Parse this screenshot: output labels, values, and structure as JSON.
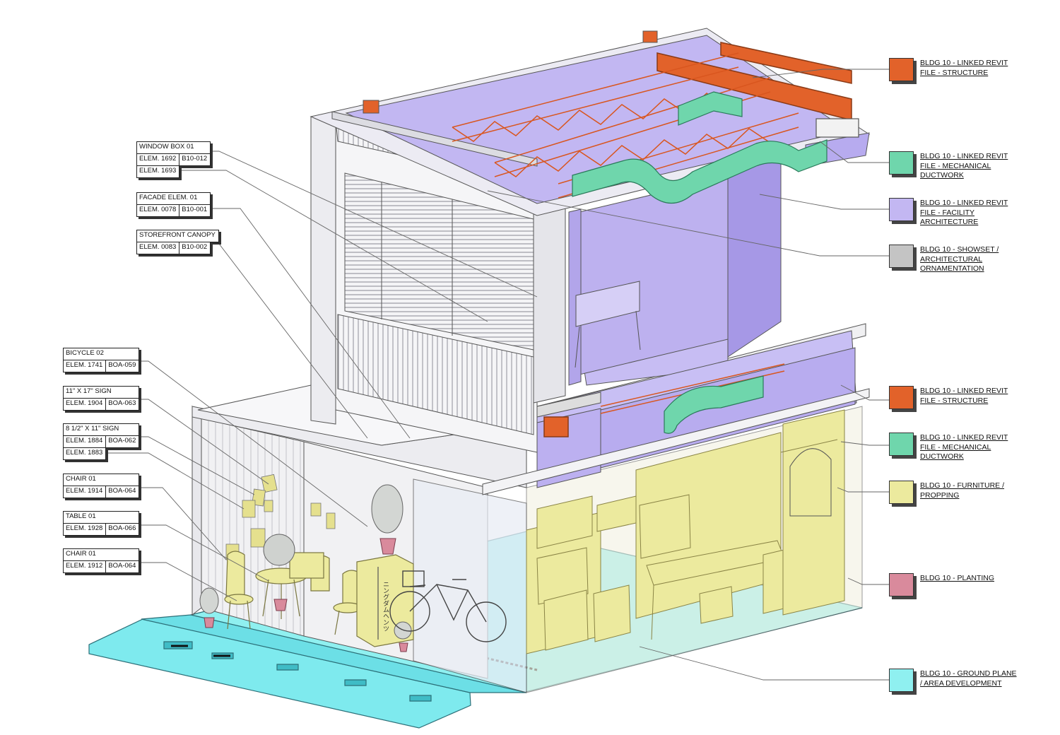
{
  "tags": [
    {
      "id": "window-box",
      "name": "WINDOW BOX 01",
      "rows": [
        [
          "ELEM. 1692",
          "B10-012"
        ],
        [
          "ELEM. 1693"
        ]
      ]
    },
    {
      "id": "facade",
      "name": "FACADE ELEM. 01",
      "rows": [
        [
          "ELEM. 0078",
          "B10-001"
        ]
      ]
    },
    {
      "id": "canopy",
      "name": "STOREFRONT CANOPY",
      "rows": [
        [
          "ELEM. 0083",
          "B10-002"
        ]
      ]
    },
    {
      "id": "bicycle",
      "name": "BICYCLE 02",
      "rows": [
        [
          "ELEM. 1741",
          "BOA-059"
        ]
      ]
    },
    {
      "id": "sign-11x17",
      "name": "11\" X 17\" SIGN",
      "rows": [
        [
          "ELEM. 1904",
          "BOA-063"
        ]
      ]
    },
    {
      "id": "sign-8x11",
      "name": "8 1/2\" X 11\" SIGN",
      "rows": [
        [
          "ELEM. 1884",
          "BOA-062"
        ],
        [
          "ELEM. 1883"
        ]
      ]
    },
    {
      "id": "chair-1914",
      "name": "CHAIR 01",
      "rows": [
        [
          "ELEM. 1914",
          "BOA-064"
        ]
      ]
    },
    {
      "id": "table",
      "name": "TABLE 01",
      "rows": [
        [
          "ELEM. 1928",
          "BOA-066"
        ]
      ]
    },
    {
      "id": "chair-1912",
      "name": "CHAIR 01",
      "rows": [
        [
          "ELEM. 1912",
          "BOA-064"
        ]
      ]
    }
  ],
  "legend": [
    {
      "id": "structure-upper",
      "label": "BLDG 10 - LINKED REVIT\nFILE - STRUCTURE",
      "color": "#e2622a"
    },
    {
      "id": "ductwork-upper",
      "label": "BLDG 10 - LINKED REVIT\nFILE - MECHANICAL\nDUCTWORK",
      "color": "#6fd6ac"
    },
    {
      "id": "architecture",
      "label": "BLDG 10 - LINKED REVIT\nFILE - FACILITY\nARCHITECTURE",
      "color": "#c3b7f2"
    },
    {
      "id": "showset",
      "label": "BLDG 10 - SHOWSET /\nARCHITECTURAL\nORNAMENTATION",
      "color": "#c4c4c4"
    },
    {
      "id": "structure-lower",
      "label": "BLDG 10 - LINKED REVIT\nFILE - STRUCTURE",
      "color": "#e2622a"
    },
    {
      "id": "ductwork-lower",
      "label": "BLDG 10 - LINKED REVIT\nFILE - MECHANICAL\nDUCTWORK",
      "color": "#6fd6ac"
    },
    {
      "id": "furniture",
      "label": "BLDG 10 - FURNITURE /\nPROPPING",
      "color": "#ecea9e"
    },
    {
      "id": "planting",
      "label": "BLDG 10 - PLANTING",
      "color": "#d98a9c"
    },
    {
      "id": "ground",
      "label": "BLDG 10 - GROUND PLANE\n/ AREA DEVELOPMENT",
      "color": "#8ff0f0"
    }
  ],
  "sign_glyphs": "ニングダムヘンツ"
}
